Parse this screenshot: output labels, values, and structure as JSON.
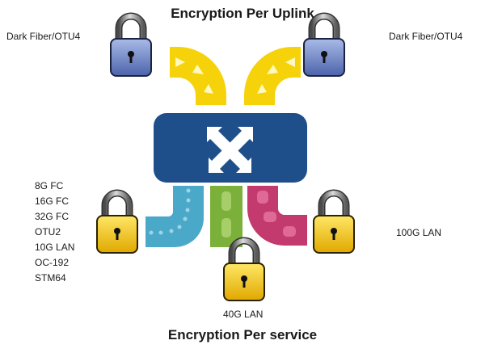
{
  "titles": {
    "uplink": "Encryption Per Uplink",
    "service": "Encryption Per service"
  },
  "uplink_labels": {
    "left": "Dark Fiber/OTU4",
    "right": "Dark Fiber/OTU4"
  },
  "service_labels": {
    "left_list": [
      "8G FC",
      "16G FC",
      "32G FC",
      "OTU2",
      "10G LAN",
      "OC-192",
      "STM64"
    ],
    "right": "100G LAN",
    "bottom": "40G LAN"
  },
  "icons": {
    "switch": "crossed-arrows-switch-icon",
    "lock": "padlock-icon"
  },
  "colors": {
    "uplink_pipe": "#f5d20a",
    "switch": "#1f4f8a",
    "blue_lock": "#7088c8",
    "gold_lock": "#f5c400",
    "service_teal": "#4aa9c9",
    "service_green": "#7bb03a",
    "service_magenta": "#c23a6e"
  }
}
